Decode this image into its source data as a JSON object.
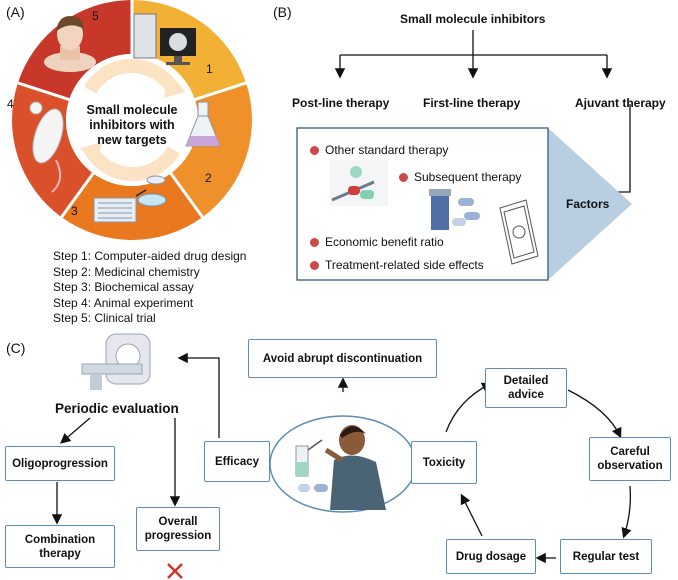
{
  "panels": {
    "a": "(A)",
    "b": "(B)",
    "c": "(C)"
  },
  "panel_a": {
    "center_line1": "Small molecule",
    "center_line2": "inhibitors with",
    "center_line3": "new targets",
    "segment_numbers": [
      "1",
      "2",
      "3",
      "4",
      "5"
    ],
    "steps": [
      "Step 1: Computer-aided drug design",
      "Step 2: Medicinal chemistry",
      "Step 3: Biochemical assay",
      "Step 4: Animal experiment",
      "Step 5: Clinical trial"
    ],
    "colors": {
      "seg1": "#f2b134",
      "seg2": "#f0902a",
      "seg3": "#e9781f",
      "seg4": "#d9502a",
      "seg5": "#c7372a"
    }
  },
  "panel_b": {
    "title": "Small molecule inhibitors",
    "post_line": "Post-line therapy",
    "first_line": "First-line therapy",
    "adjuvant": "Ajuvant therapy",
    "factors_label": "Factors",
    "factors": {
      "other_standard": "Other standard therapy",
      "subsequent": "Subsequent therapy",
      "economic": "Economic benefit ratio",
      "side_effects": "Treatment-related side effects"
    },
    "colors": {
      "box_border": "#2f5d86",
      "triangle": "#b7cfe0",
      "bullet": "#c94a47"
    }
  },
  "panel_c": {
    "avoid": "Avoid abrupt discontinuation",
    "periodic": "Periodic evaluation",
    "oligo": "Oligoprogression",
    "combination_line1": "Combination",
    "combination_line2": "therapy",
    "efficacy": "Efficacy",
    "overall_line1": "Overall",
    "overall_line2": "progression",
    "toxicity": "Toxicity",
    "detailed_line1": "Detailed",
    "detailed_line2": "advice",
    "careful_line1": "Careful",
    "careful_line2": "observation",
    "regular": "Regular test",
    "dosage": "Drug dosage",
    "colors": {
      "box_border": "#5b8db8",
      "cross": "#d0332b"
    }
  }
}
